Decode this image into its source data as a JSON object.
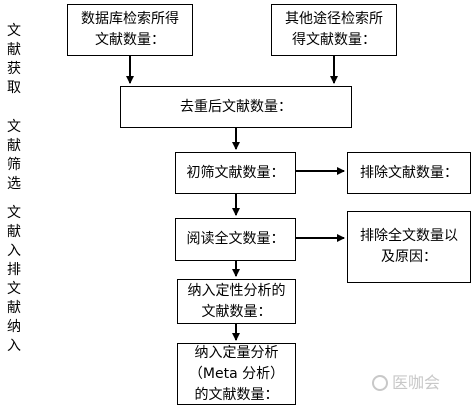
{
  "stage_labels": {
    "acquire": "文献获取",
    "screen": "文献筛选",
    "include_exclude": "文献入排",
    "incorporate": "文献纳入"
  },
  "boxes": {
    "db_search": "数据库检索所得\n文献数量：",
    "other_search": "其他途径检索所\n得文献数量：",
    "dedup": "去重后文献数量：",
    "initial_screen": "初筛文献数量：",
    "exclude_initial": "排除文献数量：",
    "fulltext": "阅读全文数量：",
    "exclude_fulltext": "排除全文数量以\n及原因：",
    "qualitative": "纳入定性分析的\n文献数量：",
    "quantitative": "纳入定量分析\n（Meta 分析）\n的文献数量："
  },
  "watermark": {
    "text": "医咖会",
    "icon": "logo-icon"
  }
}
